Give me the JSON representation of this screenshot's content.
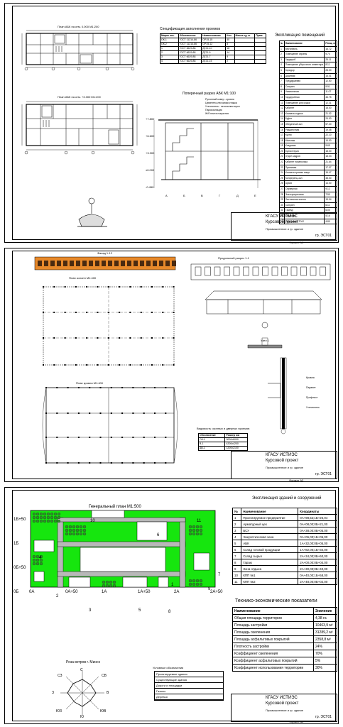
{
  "sheet1": {
    "plan1_title": "План АБК на отм. 0.000 М1:200",
    "plan2_title": "План АБК на отм. +3.300 М1:200",
    "spec_title": "Спецификация заполнения проемов",
    "spec_headers": [
      "Марка поз.",
      "Обозначение",
      "Наименование",
      "Кол.",
      "Масса ед. кг",
      "Прим."
    ],
    "spec_rows": [
      [
        "ОК-1",
        "ГОСТ 11214-86",
        "ОР15-15",
        "40",
        "",
        ""
      ],
      [
        "ОК-2",
        "ГОСТ 11214-86",
        "ОР15-12",
        "8",
        "",
        ""
      ],
      [
        "1",
        "ГОСТ 6629-88",
        "ДГ21-10",
        "18",
        "",
        ""
      ],
      [
        "2",
        "ГОСТ 6629-88",
        "ДГ21-9",
        "14",
        "",
        ""
      ],
      [
        "3",
        "ГОСТ 6629-88",
        "ДГ21-7",
        "9",
        "",
        ""
      ],
      [
        "4",
        "ГОСТ 6629-88",
        "ДГ21-15",
        "2",
        "",
        ""
      ]
    ],
    "section_title": "Поперечный разрез АБК М1:100",
    "section_notes": [
      "Рулонный ковер - кровля",
      "Цементно-песчаная стяжка",
      "Утеплитель - пенополистирол",
      "Пароизоляция",
      "Ж/б плита покрытия"
    ],
    "levels": [
      "+7.800",
      "+6.600",
      "+3.300",
      "±0.000",
      "-0.450"
    ],
    "axes": [
      "А",
      "Б",
      "В",
      "Г",
      "Д",
      "Е"
    ],
    "expl_title": "Экспликация помещений",
    "expl_headers": [
      "№",
      "Наименование",
      "Площ. м²"
    ],
    "expl_rows": [
      [
        "1",
        "Вестибюль",
        "16.72"
      ],
      [
        "2",
        "Помещение охраны",
        "9.74"
      ],
      [
        "3",
        "Гардероб",
        "25.11"
      ],
      [
        "4",
        "Помещение уборочного инвентаря",
        "8.11"
      ],
      [
        "5",
        "Коридор",
        "28.00"
      ],
      [
        "6",
        "Душевая",
        "15.01"
      ],
      [
        "7",
        "Преддушевая",
        "12.50"
      ],
      [
        "8",
        "Санузел",
        "9.91"
      ],
      [
        "9",
        "Умывальная",
        "11.07"
      ],
      [
        "10",
        "Гардеробная",
        "46.75"
      ],
      [
        "11",
        "Помещение для сушки",
        "12.31"
      ],
      [
        "12",
        "Кабинет",
        "18.00"
      ],
      [
        "13",
        "Комната отдыха",
        "21.02"
      ],
      [
        "14",
        "Буфет",
        "24.00"
      ],
      [
        "15",
        "Обеденный зал",
        "57.20"
      ],
      [
        "16",
        "Раздаточная",
        "19.08"
      ],
      [
        "17",
        "Кухня",
        "22.10"
      ],
      [
        "18",
        "Моечная",
        "14.00"
      ],
      [
        "19",
        "Кладовая",
        "9.65"
      ],
      [
        "20",
        "Бухгалтерия",
        "18.00"
      ],
      [
        "21",
        "Отдел кадров",
        "18.03"
      ],
      [
        "22",
        "Кабинет начальника",
        "21.64"
      ],
      [
        "23",
        "Приемная",
        "17.07"
      ],
      [
        "24",
        "Комната приема пищи",
        "16.47"
      ],
      [
        "25",
        "Конференц-зал",
        "48.00"
      ],
      [
        "26",
        "Архив",
        "14.00"
      ],
      [
        "27",
        "Серверная",
        "9.12"
      ],
      [
        "28",
        "Электрощитовая",
        "7.50"
      ],
      [
        "29",
        "Лестничная клетка",
        "19.04"
      ],
      [
        "30",
        "Санузел",
        "6.11"
      ],
      [
        "31",
        "Тамбур",
        "6.00"
      ],
      [
        "32",
        "Кладовая",
        "5.16"
      ],
      [
        "33",
        "Помещение ПУИ",
        "4.80"
      ]
    ],
    "stamp_org": "КГАСУ ИСТИЭС",
    "stamp_project": "Курсовой проект",
    "stamp_sheet": "Промышленное и гр. здание",
    "stamp_group": "гр. ЭСТ01",
    "stamp_format": "Формат А3"
  },
  "sheet2": {
    "facade_title": "Фасад 1-12",
    "plan_title": "План колонн М1:400",
    "roof_title": "План кровли М1:400",
    "elev_title": "Продольный разрез 1-1",
    "detail_title": "Узел 1",
    "node_marks": [
      "Кровля",
      "Парапет",
      "Профлист",
      "Утеплитель"
    ],
    "openings_title": "Ведомость оконных и дверных проемов",
    "openings_headers": [
      "Обозначение",
      "Размер мм"
    ],
    "openings_rows": [
      [
        "ОК-1",
        "3000х6000"
      ],
      [
        "В-1",
        "4200х4200"
      ],
      [
        "ДВ-1",
        "1200х2100"
      ]
    ],
    "stamp_org": "КГАСУ ИСТИЭС",
    "stamp_project": "Курсовой проект",
    "stamp_sheet": "Промышленное и гр. здание",
    "stamp_group": "гр. ЭСТ01",
    "stamp_format": "Формат А3"
  },
  "sheet3": {
    "genplan_title": "Генеральный план М1:500",
    "grid_x": [
      "0А",
      "0А+50",
      "1А",
      "1А+50",
      "2А",
      "2А+50"
    ],
    "grid_y": [
      "1Б+50",
      "1Б",
      "0Б+50",
      "0Б"
    ],
    "building_labels": [
      "1",
      "2",
      "3",
      "4",
      "5",
      "6",
      "7",
      "8",
      "9",
      "10",
      "11"
    ],
    "wind_title": "Роза ветров г. Минск",
    "wind_dirs": [
      "С",
      "СВ",
      "В",
      "ЮВ",
      "Ю",
      "ЮЗ",
      "З",
      "СЗ"
    ],
    "legend_title": "Условные обозначения",
    "legend_items": [
      "Проектируемые здания",
      "Существующие здания",
      "Дороги и площадки",
      "Газоны",
      "Деревья"
    ],
    "expl_title": "Экспликация зданий и сооружений",
    "expl_headers": [
      "№",
      "Наименование",
      "Координаты"
    ],
    "expl_rows": [
      [
        "1",
        "Проектируемое предприятие",
        "0А+98,52;1Б+26,04"
      ],
      [
        "2",
        "Арматурный цех",
        "0А+08,00;0Б+21,00"
      ],
      [
        "3",
        "БСУ",
        "0А+38,00;0Б+05,00"
      ],
      [
        "4",
        "Энергетическая зона",
        "0А+06,00;1Б+06,00"
      ],
      [
        "5",
        "АБК",
        "1А+32,00;0Б+05,00"
      ],
      [
        "6",
        "Склад готовой продукции",
        "1А+82,00;1Б+34,00"
      ],
      [
        "7",
        "Склад сырья",
        "2А+34,00;0Б+60,00"
      ],
      [
        "8",
        "Гараж",
        "2А+00,00;0Б+04,00"
      ],
      [
        "9",
        "Зона отдыха",
        "2А+30,00;0Б+40,00"
      ],
      [
        "10",
        "КПП №1",
        "0А+40,00;1Б+58,00"
      ],
      [
        "11",
        "КПП №2",
        "2А+48,00;0Б+02,00"
      ]
    ],
    "tep_title": "Технико-экономические показатели",
    "tep_headers": [
      "Наименование",
      "Значение"
    ],
    "tep_rows": [
      [
        "Общая площадь территории",
        "4,38 га"
      ],
      [
        "Площадь застройки",
        "10463,9 м²"
      ],
      [
        "Площадь озеленения",
        "31289,2 м²"
      ],
      [
        "Площадь асфальтовых покрытий",
        "2358,8 м²"
      ],
      [
        "Плотность застройки",
        "24%"
      ],
      [
        "Коэффициент озеленения",
        "70%"
      ],
      [
        "Коэффициент асфальтовых покрытий",
        "5%"
      ],
      [
        "Коэффициент использования территории",
        "30%"
      ]
    ],
    "stamp_org": "КГАСУ ИСТИЭС",
    "stamp_project": "Курсовой проект",
    "stamp_sheet": "Промышленное и гр. здание",
    "stamp_group": "гр. ЭСТ01",
    "stamp_format": "Формат А3"
  },
  "colors": {
    "grass": "#16e60e",
    "road": "#b8b8b8",
    "building": "#ffffff",
    "roof": "#e8892a",
    "ink": "#000000"
  }
}
